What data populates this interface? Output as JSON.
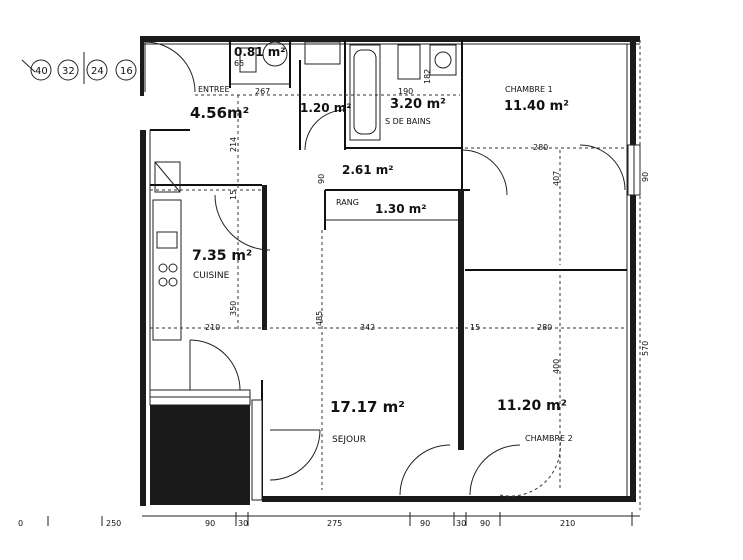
{
  "rooms": {
    "entree": {
      "name": "ENTREE",
      "area": "4.56m²"
    },
    "wc": {
      "area": "0.81 m²"
    },
    "degagement": {
      "area": "1.20 m²"
    },
    "salle_de_bains": {
      "name": "S DE BAINS",
      "area": "3.20 m²"
    },
    "couloir": {
      "area": "2.61 m²"
    },
    "rangement": {
      "name": "RANG",
      "area": "1.30 m²"
    },
    "cuisine": {
      "name": "CUISINE",
      "area": "7.35 m²"
    },
    "sejour": {
      "name": "SEJOUR",
      "area": "17.17 m²"
    },
    "chambre1": {
      "name": "CHAMBRE 1",
      "area": "11.40 m²"
    },
    "chambre2": {
      "name": "CHAMBRE 2",
      "area": "11.20 m²"
    }
  },
  "north_marks": [
    "40",
    "32",
    "24",
    "16"
  ],
  "dimensions": {
    "entree_width": "267",
    "wc_width": "65",
    "bath_width": "190",
    "bath_depth": "182",
    "entree_depth": "214",
    "couloir_depth": "90",
    "corridor_width": "15",
    "cuisine_depth": "350",
    "cuisine_width": "210",
    "sejour_depth": "485",
    "sejour_width": "342",
    "chambre1_width": "280",
    "chambre1_depth": "407",
    "chambre2_width": "280",
    "chambre2_depth": "400",
    "wall_left": "15",
    "total_depth": "570",
    "side_small": "90"
  },
  "bottom_scale": [
    "0",
    "250",
    "90",
    "30",
    "275",
    "90",
    "30",
    "90",
    "210"
  ],
  "colors": {
    "ink": "#111111",
    "paper": "#ffffff",
    "hatch": "#1a1a1a"
  }
}
